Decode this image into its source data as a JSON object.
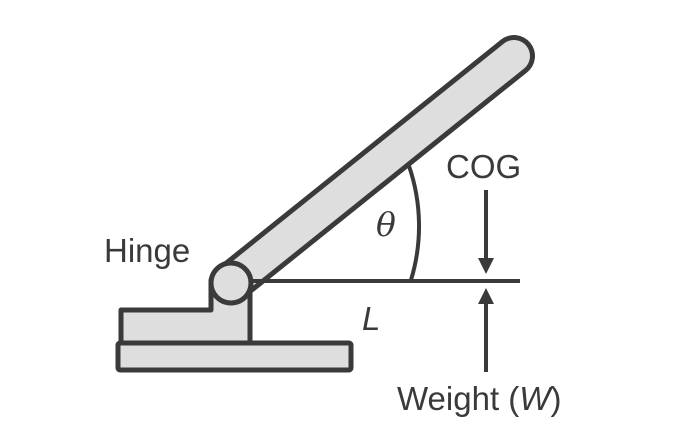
{
  "labels": {
    "hinge": "Hinge",
    "cog": "COG",
    "theta": "θ",
    "length": "L",
    "weight_prefix": "Weight (",
    "weight_symbol": "W",
    "weight_suffix": ")"
  },
  "colors": {
    "stroke": "#3a3a3a",
    "fill": "#dedede"
  }
}
